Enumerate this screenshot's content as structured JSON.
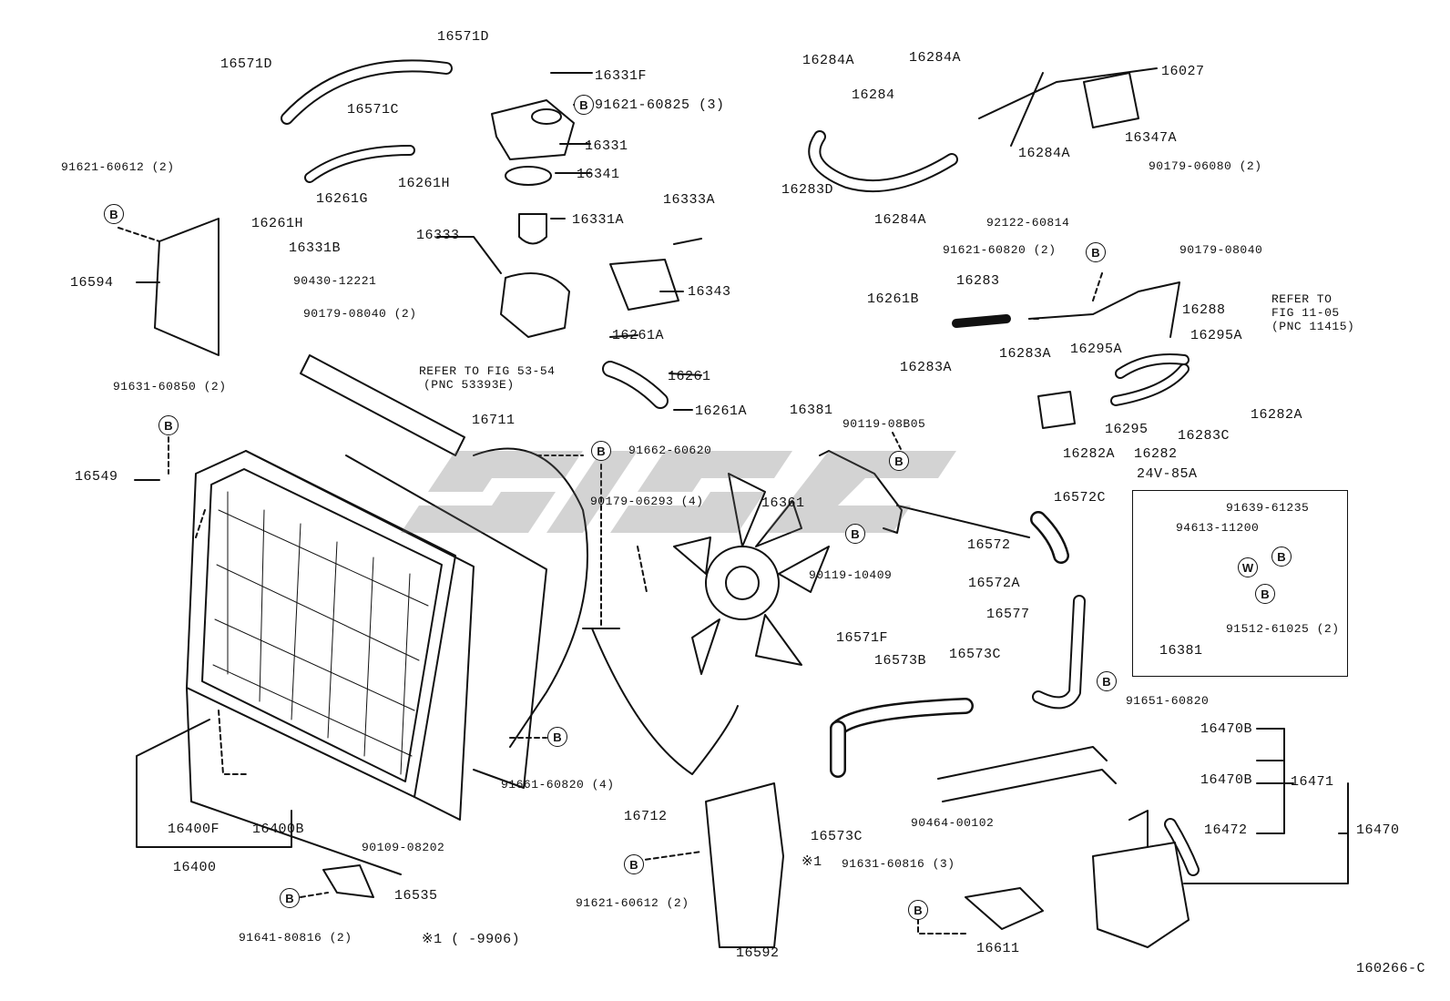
{
  "diagram_id": "160266-C",
  "inset_title": "24V-85A",
  "notes": {
    "refer_fig_53": [
      "REFER TO FIG 53-54",
      "(PNC 53393E)"
    ],
    "refer_fig_11": [
      "REFER TO",
      "FIG 11-05",
      "(PNC 11415)"
    ],
    "footnote_marker": "※1",
    "footnote_range": "※1 (      -9906)"
  },
  "bolt_symbol": "B",
  "washer_symbol": "W",
  "parts": [
    {
      "id": "p1",
      "text": "16571D"
    },
    {
      "id": "p2",
      "text": "16571D"
    },
    {
      "id": "p3",
      "text": "16571C"
    },
    {
      "id": "p4",
      "text": "16331F"
    },
    {
      "id": "p5",
      "text": "91621-60825 (3)"
    },
    {
      "id": "p6",
      "text": "16331"
    },
    {
      "id": "p7",
      "text": "16341"
    },
    {
      "id": "p8",
      "text": "16261H"
    },
    {
      "id": "p9",
      "text": "16261G"
    },
    {
      "id": "p10",
      "text": "16261H"
    },
    {
      "id": "p11",
      "text": "91621-60612 (2)"
    },
    {
      "id": "p12",
      "text": "16594"
    },
    {
      "id": "p13",
      "text": "16331A"
    },
    {
      "id": "p14",
      "text": "16333A"
    },
    {
      "id": "p15",
      "text": "16333"
    },
    {
      "id": "p16",
      "text": "16331B"
    },
    {
      "id": "p17",
      "text": "90430-12221"
    },
    {
      "id": "p18",
      "text": "90179-08040 (2)"
    },
    {
      "id": "p19",
      "text": "16343"
    },
    {
      "id": "p20",
      "text": "16261A"
    },
    {
      "id": "p21",
      "text": "16261"
    },
    {
      "id": "p22",
      "text": "16261A"
    },
    {
      "id": "p23",
      "text": "91631-60850 (2)"
    },
    {
      "id": "p24",
      "text": "16549"
    },
    {
      "id": "p25",
      "text": "16711"
    },
    {
      "id": "p26",
      "text": "91662-60620"
    },
    {
      "id": "p27",
      "text": "90179-06293 (4)"
    },
    {
      "id": "p28",
      "text": "16361"
    },
    {
      "id": "p29",
      "text": "16381"
    },
    {
      "id": "p30",
      "text": "90119-08B05"
    },
    {
      "id": "p31",
      "text": "90119-10409"
    },
    {
      "id": "p32",
      "text": "16284A"
    },
    {
      "id": "p33",
      "text": "16284A"
    },
    {
      "id": "p34",
      "text": "16284"
    },
    {
      "id": "p35",
      "text": "16027"
    },
    {
      "id": "p36",
      "text": "16347A"
    },
    {
      "id": "p37",
      "text": "16284A"
    },
    {
      "id": "p38",
      "text": "90179-06080 (2)"
    },
    {
      "id": "p39",
      "text": "16283D"
    },
    {
      "id": "p40",
      "text": "16284A"
    },
    {
      "id": "p41",
      "text": "92122-60814"
    },
    {
      "id": "p42",
      "text": "91621-60820 (2)"
    },
    {
      "id": "p43",
      "text": "90179-08040"
    },
    {
      "id": "p44",
      "text": "16261B"
    },
    {
      "id": "p45",
      "text": "16283"
    },
    {
      "id": "p46",
      "text": "16288"
    },
    {
      "id": "p47",
      "text": "16283A"
    },
    {
      "id": "p48",
      "text": "16283A"
    },
    {
      "id": "p49",
      "text": "16295A"
    },
    {
      "id": "p50",
      "text": "16295A"
    },
    {
      "id": "p51",
      "text": "16295"
    },
    {
      "id": "p52",
      "text": "16282A"
    },
    {
      "id": "p53",
      "text": "16282"
    },
    {
      "id": "p54",
      "text": "16283C"
    },
    {
      "id": "p55",
      "text": "16282A"
    },
    {
      "id": "p56",
      "text": "16572C"
    },
    {
      "id": "p57",
      "text": "16572"
    },
    {
      "id": "p58",
      "text": "16572A"
    },
    {
      "id": "p59",
      "text": "16577"
    },
    {
      "id": "p60",
      "text": "91639-61235"
    },
    {
      "id": "p61",
      "text": "94613-11200"
    },
    {
      "id": "p62",
      "text": "16381"
    },
    {
      "id": "p63",
      "text": "91512-61025 (2)"
    },
    {
      "id": "p64",
      "text": "16571F"
    },
    {
      "id": "p65",
      "text": "16573B"
    },
    {
      "id": "p66",
      "text": "16573C"
    },
    {
      "id": "p67",
      "text": "91651-60820"
    },
    {
      "id": "p68",
      "text": "16470B"
    },
    {
      "id": "p69",
      "text": "16470B"
    },
    {
      "id": "p70",
      "text": "16471"
    },
    {
      "id": "p71",
      "text": "16472"
    },
    {
      "id": "p72",
      "text": "16470"
    },
    {
      "id": "p73",
      "text": "90464-00102"
    },
    {
      "id": "p74",
      "text": "16573C"
    },
    {
      "id": "p75",
      "text": "91631-60816 (3)"
    },
    {
      "id": "p76",
      "text": "16611"
    },
    {
      "id": "p77",
      "text": "91661-60820 (4)"
    },
    {
      "id": "p78",
      "text": "16712"
    },
    {
      "id": "p79",
      "text": "91621-60612 (2)"
    },
    {
      "id": "p80",
      "text": "16592"
    },
    {
      "id": "p81",
      "text": "16400F"
    },
    {
      "id": "p82",
      "text": "16400B"
    },
    {
      "id": "p83",
      "text": "16400"
    },
    {
      "id": "p84",
      "text": "90109-08202"
    },
    {
      "id": "p85",
      "text": "16535"
    },
    {
      "id": "p86",
      "text": "91641-80816 (2)"
    }
  ]
}
